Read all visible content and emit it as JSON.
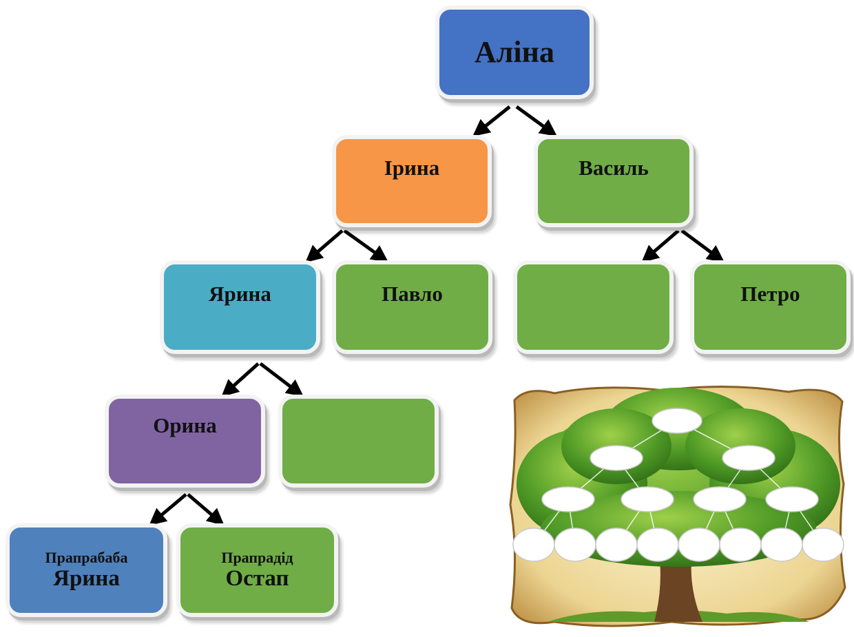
{
  "tree": {
    "root": {
      "name": "Аліна",
      "color": "#4472c4"
    },
    "mother": {
      "name": "Ірина",
      "color": "#f79646"
    },
    "father": {
      "name": "Василь",
      "color": "#70ad47"
    },
    "maternal_grandmother": {
      "name": "Ярина",
      "color": "#4bacc6"
    },
    "maternal_grandfather": {
      "name": "Павло",
      "color": "#70ad47"
    },
    "paternal_grandmother": {
      "name": "",
      "color": "#70ad47"
    },
    "paternal_grandfather": {
      "name": "Петро",
      "color": "#70ad47"
    },
    "great_grandmother": {
      "name": "Орина",
      "color": "#8064a2"
    },
    "great_grandfather": {
      "name": "",
      "color": "#70ad47"
    },
    "great_great_grandmother": {
      "title": "Прапрабаба",
      "name": "Ярина",
      "color": "#4f81bd"
    },
    "great_great_grandfather": {
      "title": "Прапрадід",
      "name": "Остап",
      "color": "#70ad47"
    }
  },
  "illustration": {
    "icon": "family-tree-template-icon",
    "empty_slots_per_row": [
      1,
      2,
      4,
      8
    ]
  }
}
